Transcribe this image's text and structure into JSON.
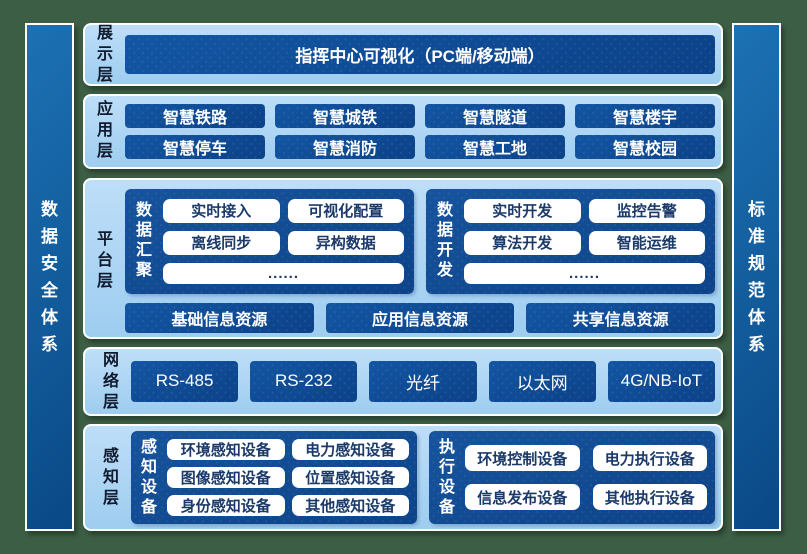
{
  "sidebars": {
    "left": "数据安全体系",
    "right": "标准规范体系"
  },
  "layers": {
    "display": {
      "label": "展示层",
      "box": "指挥中心可视化（PC端/移动端）"
    },
    "application": {
      "label": "应用层",
      "boxes": [
        "智慧铁路",
        "智慧城铁",
        "智慧隧道",
        "智慧楼宇",
        "智慧停车",
        "智慧消防",
        "智慧工地",
        "智慧校园"
      ]
    },
    "platform": {
      "label": "平台层",
      "panels": [
        {
          "title": "数据汇聚",
          "items": [
            "实时接入",
            "可视化配置",
            "离线同步",
            "异构数据"
          ],
          "more": "......"
        },
        {
          "title": "数据开发",
          "items": [
            "实时开发",
            "监控告警",
            "算法开发",
            "智能运维"
          ],
          "more": "......"
        }
      ],
      "resources": [
        "基础信息资源",
        "应用信息资源",
        "共享信息资源"
      ]
    },
    "network": {
      "label": "网络层",
      "boxes": [
        "RS-485",
        "RS-232",
        "光纤",
        "以太网",
        "4G/NB-IoT"
      ]
    },
    "perception": {
      "label": "感知层",
      "panels": [
        {
          "title": "感知设备",
          "items": [
            "环境感知设备",
            "电力感知设备",
            "图像感知设备",
            "位置感知设备",
            "身份感知设备",
            "其他感知设备"
          ]
        },
        {
          "title": "执行设备",
          "items": [
            "环境控制设备",
            "电力执行设备",
            "信息发布设备",
            "其他执行设备"
          ]
        }
      ]
    }
  },
  "colors": {
    "background": "#3c5e44",
    "sidebar_blue": "#0e5a9c",
    "container_blue": "#aed6f3",
    "box_blue": "#0f4c96",
    "white_box_text": "#1b3a69",
    "label_text": "#101a2d"
  }
}
